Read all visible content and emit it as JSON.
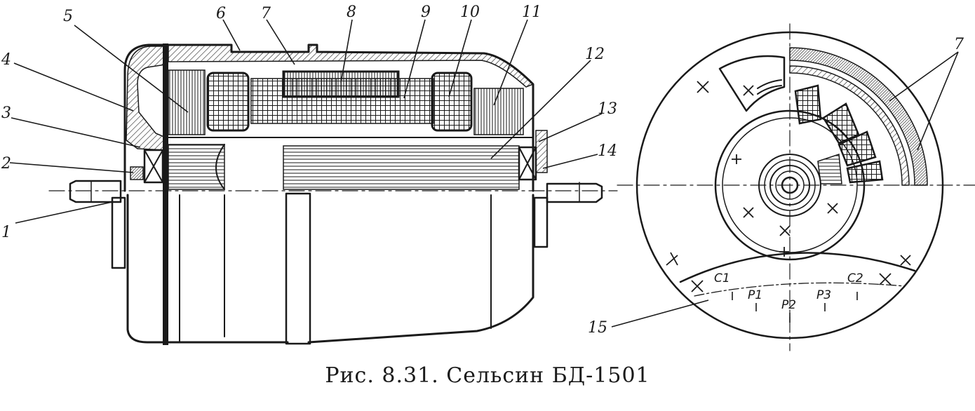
{
  "callouts": [
    {
      "id": "c1",
      "label": "1"
    },
    {
      "id": "c2",
      "label": "2"
    },
    {
      "id": "c3",
      "label": "3"
    },
    {
      "id": "c4",
      "label": "4"
    },
    {
      "id": "c5",
      "label": "5"
    },
    {
      "id": "c6",
      "label": "6"
    },
    {
      "id": "c7",
      "label": "7"
    },
    {
      "id": "c8",
      "label": "8"
    },
    {
      "id": "c9",
      "label": "9"
    },
    {
      "id": "c10",
      "label": "10"
    },
    {
      "id": "c11",
      "label": "11"
    },
    {
      "id": "c12",
      "label": "12"
    },
    {
      "id": "c13",
      "label": "13"
    },
    {
      "id": "c14",
      "label": "14"
    },
    {
      "id": "c15",
      "label": "15"
    },
    {
      "id": "c7b",
      "label": "7"
    }
  ],
  "terminals": [
    {
      "id": "t-c1",
      "label": "C1"
    },
    {
      "id": "t-p1",
      "label": "P1"
    },
    {
      "id": "t-p2",
      "label": "P2"
    },
    {
      "id": "t-p3",
      "label": "P3"
    },
    {
      "id": "t-c2",
      "label": "C2"
    }
  ],
  "caption": "Рис. 8.31. Сельсин БД-1501"
}
